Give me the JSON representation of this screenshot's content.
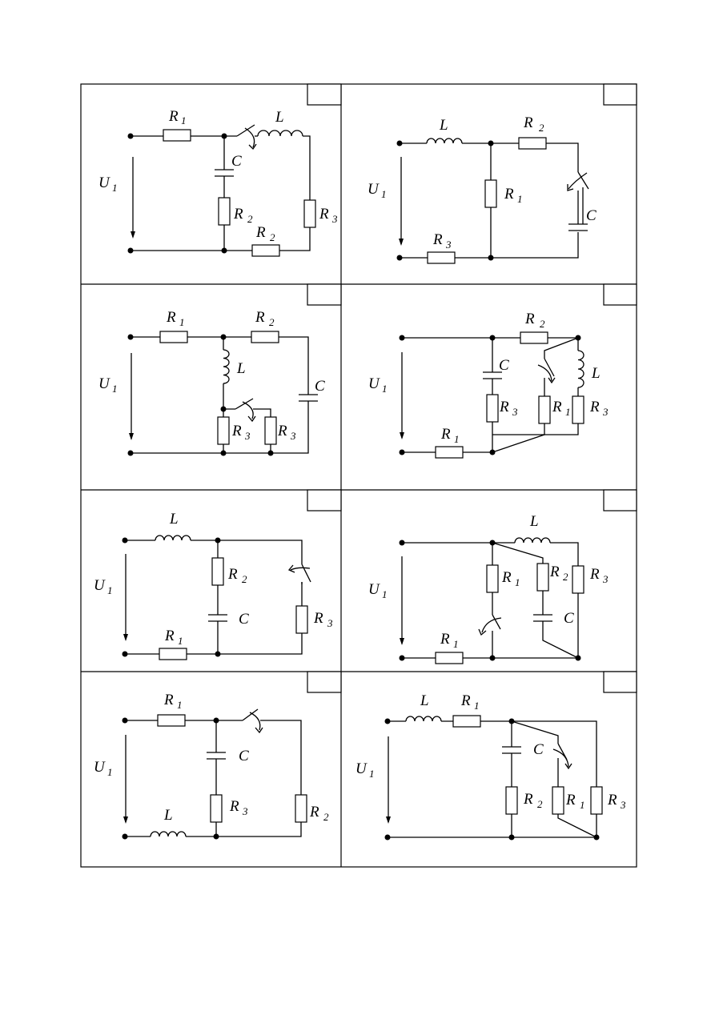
{
  "page": {
    "background": "#ffffff",
    "line_color": "#000000"
  },
  "labels": {
    "voltage": "U",
    "voltage_sub": "1",
    "resistor": "R",
    "capacitor": "C",
    "inductor": "L",
    "sub_1": "1",
    "sub_2": "2",
    "sub_3": "3"
  },
  "panels": [
    {
      "number": ""
    },
    {
      "number": ""
    },
    {
      "number": ""
    },
    {
      "number": ""
    },
    {
      "number": ""
    },
    {
      "number": ""
    },
    {
      "number": ""
    },
    {
      "number": ""
    }
  ]
}
